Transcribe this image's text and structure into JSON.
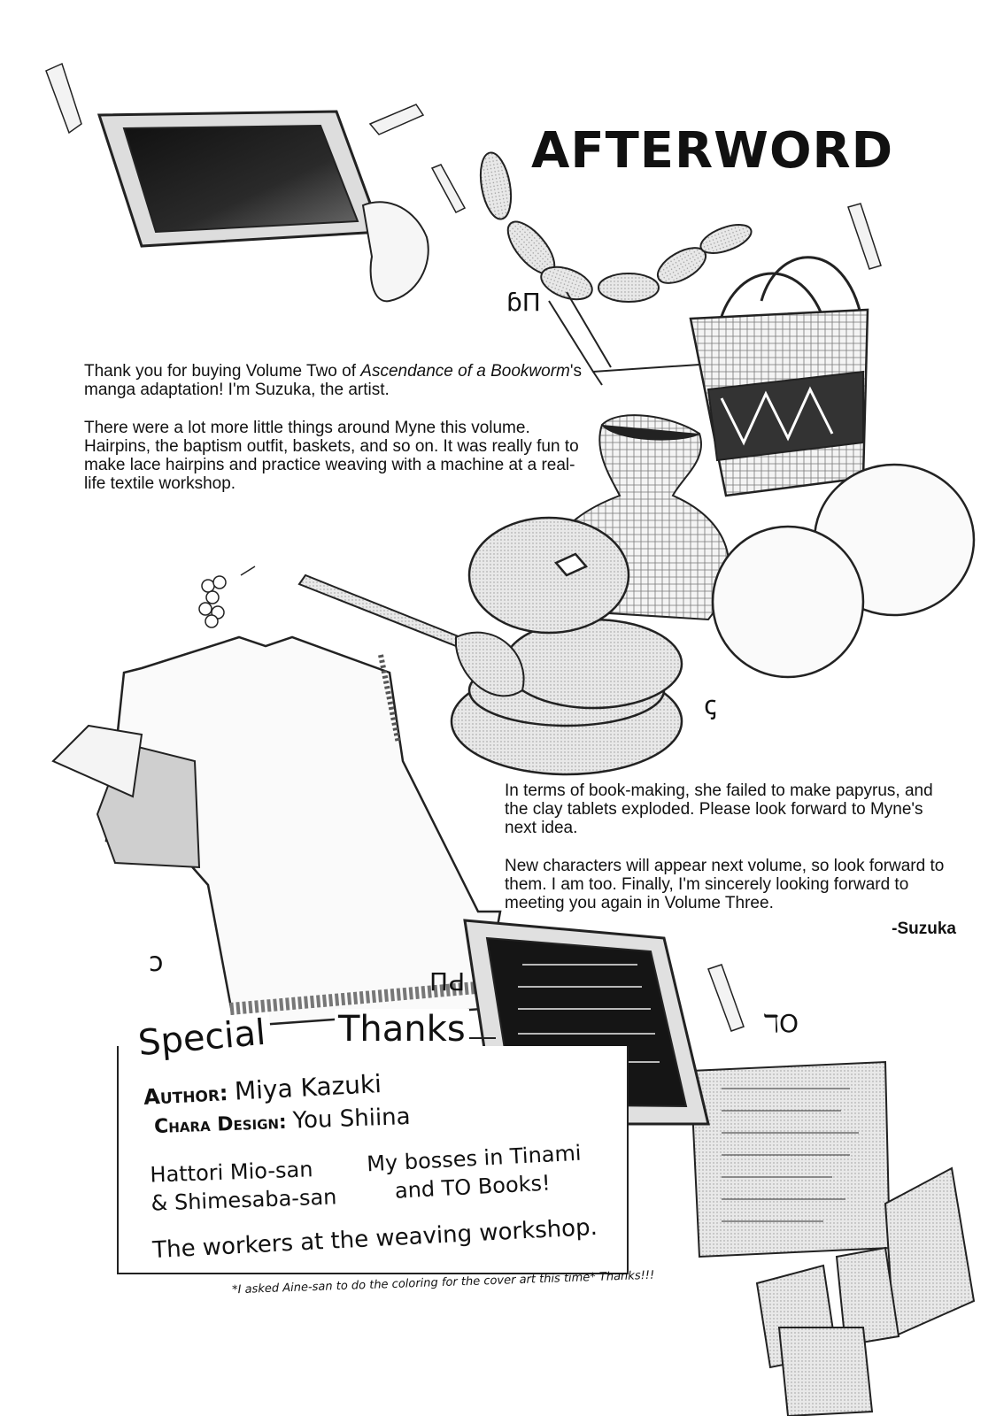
{
  "title": "AFTERWORD",
  "intro": {
    "p1": [
      "Thank you for buying Volume Two of ",
      "Ascendance of a Bookworm",
      "'s manga adaptation! I'm Suzuka, the artist."
    ],
    "p2": "There were a lot more little things around Myne this volume. Hairpins, the baptism outfit, baskets, and so on. It was really fun to make lace hairpins and practice weaving with a machine at a real-life textile workshop."
  },
  "outro": {
    "p1": "In terms of book-making, she failed to make papyrus, and the clay tablets exploded. Please look forward to Myne's next idea.",
    "p2": "New characters will appear next volume, so look forward to them. I am too. Finally, I'm sincerely looking forward to meeting you again in Volume Three.",
    "signature": "-Suzuka"
  },
  "thanks": {
    "heading_left": "Special",
    "heading_right": "Thanks",
    "author_label": "Author:",
    "author_name": "Miya Kazuki",
    "chara_label": "Chara Design:",
    "chara_name": "You Shiina",
    "col1_line1": "Hattori Mio-san",
    "col1_line2": "& Shimesaba-san",
    "col2_line1": "My bosses in Tinami",
    "col2_line2": "and TO Books!",
    "workers": "The workers at the weaving workshop.",
    "footnote": "*I asked Aine-san to do the coloring for the cover art this time* Thanks!!!"
  },
  "glyph_labels": {
    "slate": "ɓП",
    "pancake": "ꞔ",
    "shirt": "ↄ",
    "tablet_board": "ПԀ",
    "clay": "ℸO"
  }
}
